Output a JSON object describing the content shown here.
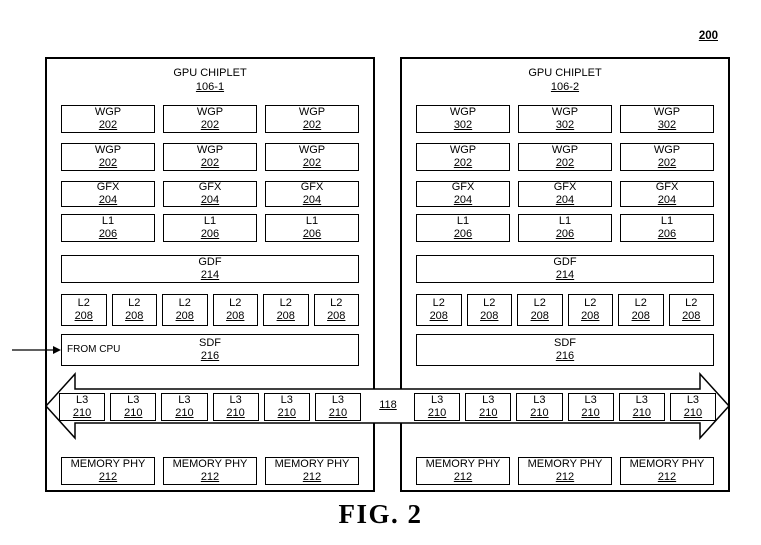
{
  "annotations": {
    "figure_ref": "200",
    "bus_ref": "118",
    "from_cpu": "FROM CPU",
    "caption": "FIG. 2"
  },
  "colors": {
    "ink": "#000000",
    "paper": "#ffffff"
  },
  "chiplets": [
    {
      "title": "GPU CHIPLET",
      "ref": "106-1",
      "wgp1": [
        {
          "label": "WGP",
          "ref": "202"
        },
        {
          "label": "WGP",
          "ref": "202"
        },
        {
          "label": "WGP",
          "ref": "202"
        }
      ],
      "wgp2": [
        {
          "label": "WGP",
          "ref": "202"
        },
        {
          "label": "WGP",
          "ref": "202"
        },
        {
          "label": "WGP",
          "ref": "202"
        }
      ],
      "gfx": [
        {
          "label": "GFX",
          "ref": "204"
        },
        {
          "label": "GFX",
          "ref": "204"
        },
        {
          "label": "GFX",
          "ref": "204"
        }
      ],
      "l1": [
        {
          "label": "L1",
          "ref": "206"
        },
        {
          "label": "L1",
          "ref": "206"
        },
        {
          "label": "L1",
          "ref": "206"
        }
      ],
      "gdf": {
        "label": "GDF",
        "ref": "214"
      },
      "l2": [
        {
          "label": "L2",
          "ref": "208"
        },
        {
          "label": "L2",
          "ref": "208"
        },
        {
          "label": "L2",
          "ref": "208"
        },
        {
          "label": "L2",
          "ref": "208"
        },
        {
          "label": "L2",
          "ref": "208"
        },
        {
          "label": "L2",
          "ref": "208"
        }
      ],
      "sdf": {
        "label": "SDF",
        "ref": "216"
      },
      "l3": [
        {
          "label": "L3",
          "ref": "210"
        },
        {
          "label": "L3",
          "ref": "210"
        },
        {
          "label": "L3",
          "ref": "210"
        },
        {
          "label": "L3",
          "ref": "210"
        },
        {
          "label": "L3",
          "ref": "210"
        },
        {
          "label": "L3",
          "ref": "210"
        }
      ],
      "mem": [
        {
          "label": "MEMORY PHY",
          "ref": "212"
        },
        {
          "label": "MEMORY PHY",
          "ref": "212"
        },
        {
          "label": "MEMORY PHY",
          "ref": "212"
        }
      ]
    },
    {
      "title": "GPU CHIPLET",
      "ref": "106-2",
      "wgp1": [
        {
          "label": "WGP",
          "ref": "302"
        },
        {
          "label": "WGP",
          "ref": "302"
        },
        {
          "label": "WGP",
          "ref": "302"
        }
      ],
      "wgp2": [
        {
          "label": "WGP",
          "ref": "202"
        },
        {
          "label": "WGP",
          "ref": "202"
        },
        {
          "label": "WGP",
          "ref": "202"
        }
      ],
      "gfx": [
        {
          "label": "GFX",
          "ref": "204"
        },
        {
          "label": "GFX",
          "ref": "204"
        },
        {
          "label": "GFX",
          "ref": "204"
        }
      ],
      "l1": [
        {
          "label": "L1",
          "ref": "206"
        },
        {
          "label": "L1",
          "ref": "206"
        },
        {
          "label": "L1",
          "ref": "206"
        }
      ],
      "gdf": {
        "label": "GDF",
        "ref": "214"
      },
      "l2": [
        {
          "label": "L2",
          "ref": "208"
        },
        {
          "label": "L2",
          "ref": "208"
        },
        {
          "label": "L2",
          "ref": "208"
        },
        {
          "label": "L2",
          "ref": "208"
        },
        {
          "label": "L2",
          "ref": "208"
        },
        {
          "label": "L2",
          "ref": "208"
        }
      ],
      "sdf": {
        "label": "SDF",
        "ref": "216"
      },
      "l3": [
        {
          "label": "L3",
          "ref": "210"
        },
        {
          "label": "L3",
          "ref": "210"
        },
        {
          "label": "L3",
          "ref": "210"
        },
        {
          "label": "L3",
          "ref": "210"
        },
        {
          "label": "L3",
          "ref": "210"
        },
        {
          "label": "L3",
          "ref": "210"
        }
      ],
      "mem": [
        {
          "label": "MEMORY PHY",
          "ref": "212"
        },
        {
          "label": "MEMORY PHY",
          "ref": "212"
        },
        {
          "label": "MEMORY PHY",
          "ref": "212"
        }
      ]
    }
  ]
}
